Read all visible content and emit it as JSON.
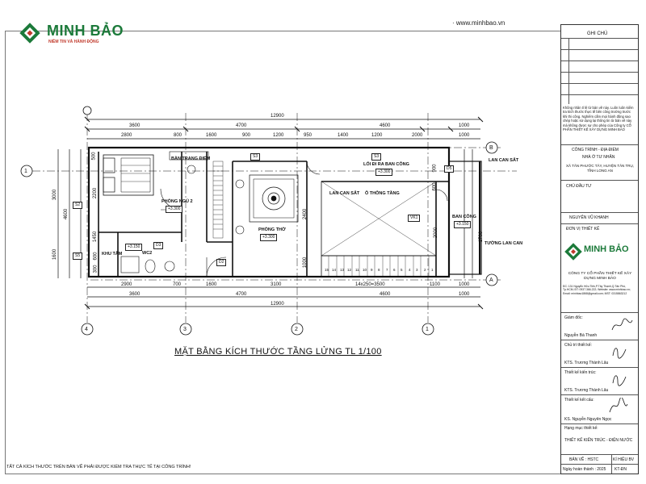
{
  "header": {
    "brand": "MINH BẢO",
    "slogan": "NIỀM TIN VÀ HÀNH ĐỘNG",
    "website": "www.minhbao.vn"
  },
  "drawing": {
    "title": "MẶT BẰNG KÍCH THƯỚC TẦNG LỬNG TL 1/100",
    "footer_note": "TẤT CẢ KÍCH THƯỚC TRÊN BẢN VẼ PHẢI ĐƯỢC KIỂM TRA THỰC TẾ TẠI CÔNG TRÌNH!",
    "top_total": "12900",
    "top_row1": [
      "3600",
      "4700",
      "4600",
      "1000"
    ],
    "top_row2": [
      "2800",
      "800",
      "1600",
      "900",
      "1200",
      "950",
      "1400",
      "1200",
      "2000",
      "1000"
    ],
    "bottom_row1": [
      "2900",
      "700",
      "1600",
      "3100",
      "14x250=3500",
      "1100",
      "1000"
    ],
    "bottom_row2": [
      "3600",
      "4700",
      "4600",
      "1000"
    ],
    "bottom_total": "12900",
    "left_dims": [
      "3000",
      "1600",
      "4600",
      "500",
      "2200",
      "1450",
      "600",
      "300"
    ],
    "right_dims": [
      "1700",
      "900",
      "600",
      "2000",
      "2400",
      "1000"
    ],
    "axes_h": [
      "1",
      "4",
      "3",
      "2",
      "1"
    ],
    "axes_v": [
      "B",
      "A"
    ],
    "rooms": {
      "bedroom": "PHÒNG NGỦ 2",
      "bedroom_level": "+3.300",
      "wc": "WC2",
      "wc_level": "+3.150",
      "shower": "KHU TẮM",
      "worship": "PHÒNG THỜ",
      "worship_level": "+3.300",
      "vanity": "BÀN TRANG ĐIỂM",
      "exit": "LỐI ĐI RA BAN CÔNG",
      "exit_level": "+3.300",
      "void": "Ô THÔNG TẦNG",
      "railing_inside": "LAN CAN SẮT",
      "balcony": "BAN CÔNG",
      "balcony_level": "+3.150",
      "railing_right": "LAN CAN SẮT",
      "railing_wall": "TƯỜNG LAN CAN"
    },
    "tags": [
      "S3",
      "S3",
      "S2",
      "S5",
      "D3",
      "D2",
      "D5",
      "VK1",
      "D5"
    ],
    "stair_numbers": [
      "15",
      "14",
      "13",
      "12",
      "11",
      "10",
      "9",
      "8",
      "7",
      "6",
      "5",
      "4",
      "3",
      "2",
      "1"
    ]
  },
  "title_block": {
    "notes_header": "GHI CHÚ",
    "notes_text": "Không nhân tỉ lệ từ bản vẽ này. Luôn luôn kiểm tra kích thước thực tế bên công trường trước khi thi công. Nghiêm cấm mọi hành động sao chép hoặc sử dụng lại thông tin từ bản vẽ này mà không được sự cho phép của Công ty CỔ PHẦN THIẾT KẾ XÂY DỰNG MINH BẢO",
    "project_label": "CÔNG TRÌNH - ĐỊA ĐIỂM",
    "project_name": "NHÀ Ở TƯ NHÂN",
    "address": "XÃ TÂN PHƯỚC TÂY, HUYỆN TÂN TRỤ, TỈNH LONG AN",
    "owner_label": "CHỦ ĐẦU TƯ",
    "owner_name": "NGUYỄN VŨ KHANH",
    "designer_label": "ĐƠN VỊ THIẾT KẾ",
    "company_brand": "MINH BẢO",
    "company_name": "CÔNG TY CỔ PHẦN THIẾT KẾ XÂY DỰNG MINH BẢO",
    "company_info": "ĐC: 131 Nguyễn Hữu Tiến,P.Tây Thạnh,Q.Tân Phú, Tp.HCM; ĐT: 0937.366.222; Website: www.minhbao.vn; Email: minhbao1868@gmail.com; MST: 0315863212",
    "director_label": "Giám đốc:",
    "director_name": "Nguyễn Bá Thanh",
    "lead_label": "Chủ trì thiết kế:",
    "lead_name": "KTS. Trương Thành Lâu",
    "arch_label": "Thiết kế kiến trúc:",
    "arch_name": "KTS. Trương Thành Lâu",
    "struct_label": "Thiết kế kết cấu:",
    "struct_name": "KS. Nguyễn Nguyên Ngọc",
    "category_label": "Hạng mục thiết kế:",
    "category_name": "THIẾT KẾ KIẾN TRÚC - ĐIỆN NƯỚC",
    "sheet_label": "BẢN VẼ : HSTC",
    "symbol_label": "KÍ HIỆU BV",
    "date_label": "Ngày hoàn thành : 2025",
    "symbol_value": "KT-ĐN"
  }
}
